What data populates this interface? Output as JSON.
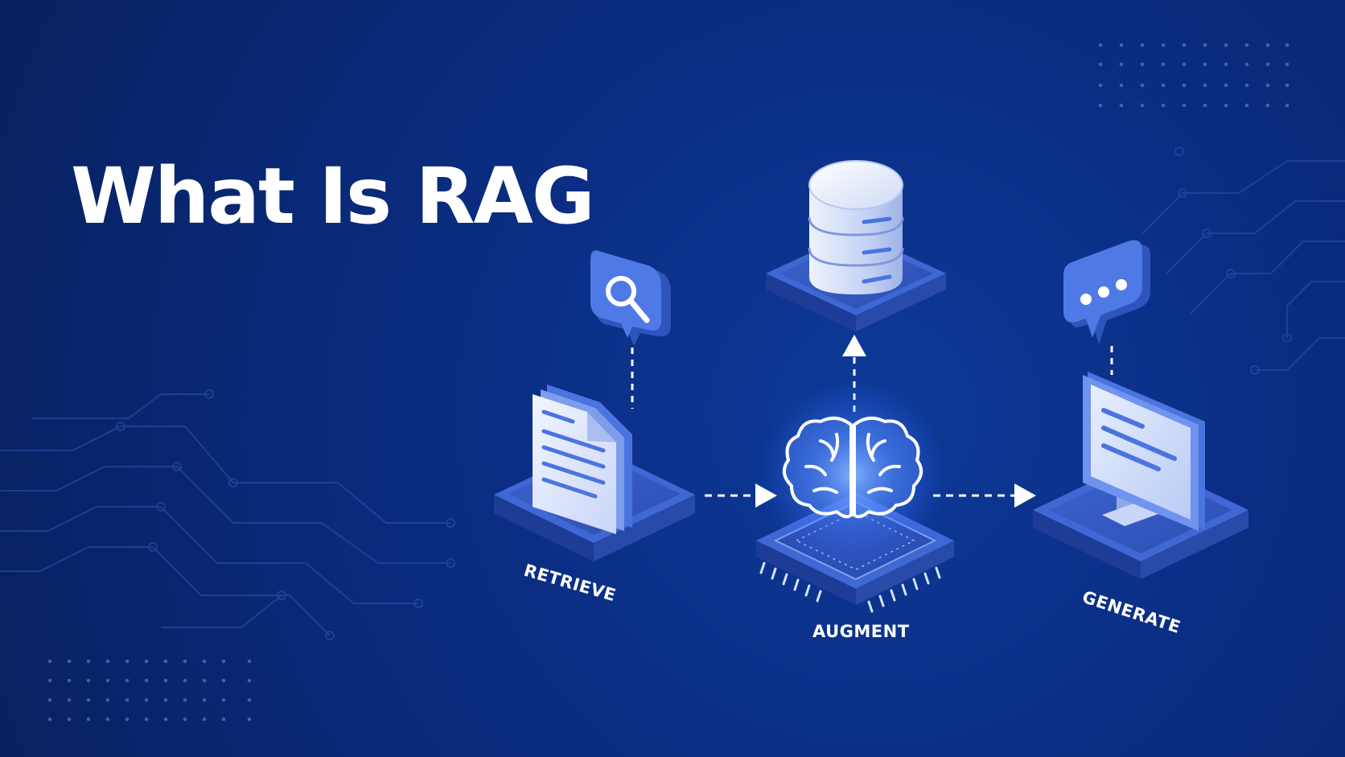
{
  "title": "What Is RAG",
  "stages": {
    "retrieve": "RETRIEVE",
    "augment": "AUGMENT",
    "generate": "GENERATE"
  },
  "icons": {
    "retrieve_badge": "magnifier-icon",
    "retrieve_object": "documents-icon",
    "store": "database-icon",
    "augment_object": "brain-chip-icon",
    "generate_badge": "chat-bubble-icon",
    "generate_object": "monitor-icon"
  },
  "colors": {
    "background": "#0a2a78",
    "platform": "#2a4fb8",
    "accent": "#4a74e0",
    "glow": "#7fb2ff",
    "text": "#ffffff"
  }
}
